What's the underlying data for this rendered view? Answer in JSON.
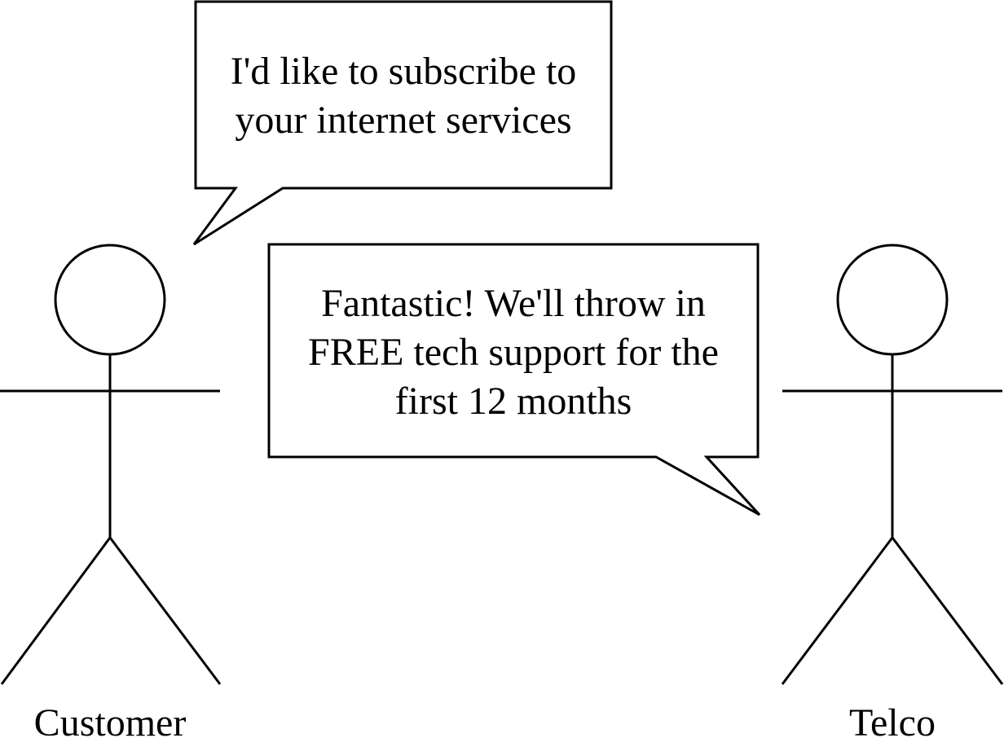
{
  "actors": [
    {
      "id": "customer",
      "label": "Customer"
    },
    {
      "id": "telco",
      "label": "Telco"
    }
  ],
  "bubbles": [
    {
      "speaker": "customer",
      "lines": [
        "I'd like to subscribe to",
        "your internet services"
      ]
    },
    {
      "speaker": "telco",
      "lines": [
        "Fantastic! We'll throw in",
        "FREE tech support for the",
        "first 12 months"
      ]
    }
  ],
  "colors": {
    "stroke": "#000000",
    "background": "#ffffff",
    "text": "#000000"
  }
}
